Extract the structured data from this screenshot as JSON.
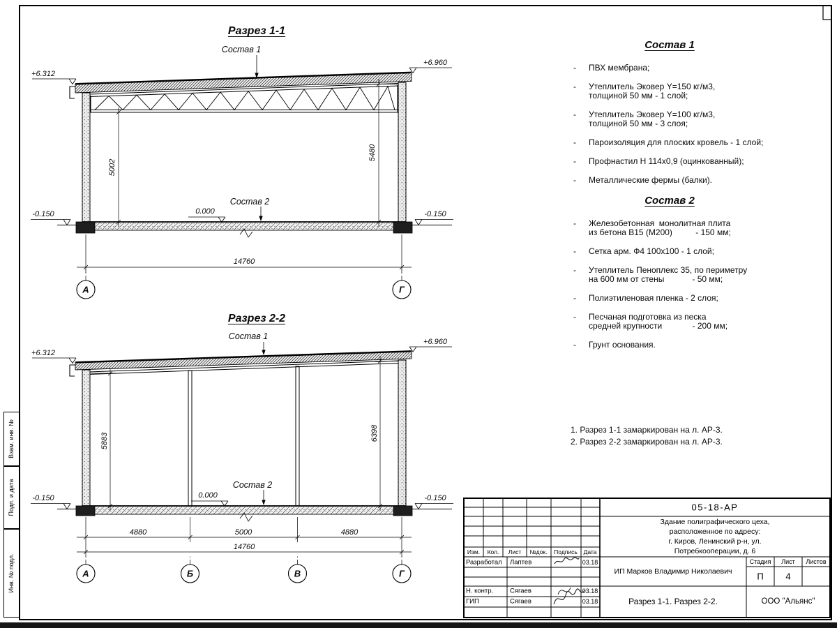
{
  "bullet": "-",
  "s1": {
    "title": "Разрез 1-1",
    "sostav1_label": "Состав 1",
    "sostav2_label": "Состав 2",
    "elev_tl": "+6.312",
    "elev_tr": "+6.960",
    "elev_zero": "0.000",
    "elev_bl": "-0.150",
    "elev_br": "-0.150",
    "dim_left": "5002",
    "dim_right": "5480",
    "dim_total": "14760",
    "axis_a": "А",
    "axis_g": "Г"
  },
  "s2": {
    "title": "Разрез 2-2",
    "sostav1_label": "Состав 1",
    "sostav2_label": "Состав 2",
    "elev_tl": "+6.312",
    "elev_tr": "+6.960",
    "elev_zero": "0.000",
    "elev_bl": "-0.150",
    "elev_br": "-0.150",
    "dim_left": "5883",
    "dim_right": "6398",
    "dim_span1": "4880",
    "dim_span2": "5000",
    "dim_span3": "4880",
    "dim_total": "14760",
    "axis_a": "А",
    "axis_b": "Б",
    "axis_v": "В",
    "axis_g": "Г"
  },
  "sostav1": {
    "title": "Состав 1",
    "items": [
      "ПВХ мембрана;",
      "Утеплитель Эковер Y=150 кг/м3,\nтолщиной 50 мм - 1 слой;",
      "Утеплитель Эковер Y=100 кг/м3,\nтолщиной 50 мм - 3 слоя;",
      "Пароизоляция для плоских кровель - 1 слой;",
      "Профнастил Н 114х0,9 (оцинкованный);",
      "Металлические фермы (балки)."
    ]
  },
  "sostav2": {
    "title": "Состав 2",
    "items": [
      "Железобетонная  монолитная плита\nиз бетона В15 (М200)          - 150 мм;",
      "Сетка арм. Ф4 100х100 - 1 слой;",
      "Утеплитель Пеноплекс 35, по периметру\nна 600 мм от стены            - 50 мм;",
      "Полиэтиленовая пленка - 2 слоя;",
      "Песчаная подготовка из песка\nсредней крупности             - 200 мм;",
      "Грунт основания."
    ]
  },
  "notes": {
    "line1": "1. Разрез 1-1 замаркирован на л. АР-3.",
    "line2": "2. Разрез 2-2 замаркирован на л. АР-3."
  },
  "stamp": {
    "doc_number": "05-18-АР",
    "description": "Здание полиграфического цеха, расположенное по адресу:\nг. Киров,  Ленинский р-н, ул. Потребкооперации, д. 6",
    "col_izm": "Изм.",
    "col_kol": "Кол.",
    "col_list": "Лист",
    "col_ndok": "№док.",
    "col_podpis": "Подпись",
    "col_data": "Дата",
    "row1_role": "Разработал",
    "row1_name": "Лаптев",
    "row1_date": "03.18",
    "row2_role": "Н. контр.",
    "row2_name": "Сягаев",
    "row2_date": "03.18",
    "row3_role": "ГИП",
    "row3_name": "Сягаев",
    "row3_date": "03.18",
    "client": "ИП Марков Владимир Николаевич",
    "stage_label": "Стадия",
    "sheet_label": "Лист",
    "sheets_label": "Листов",
    "stage_value": "П",
    "sheet_value": "4",
    "sheet_title": "Разрез 1-1. Разрез 2-2.",
    "company": "ООО \"Альянс\""
  },
  "side_stamp": {
    "label1": "Взам. инв. №",
    "label2": "Подп. и дата",
    "label3": "Инв. № подл."
  }
}
